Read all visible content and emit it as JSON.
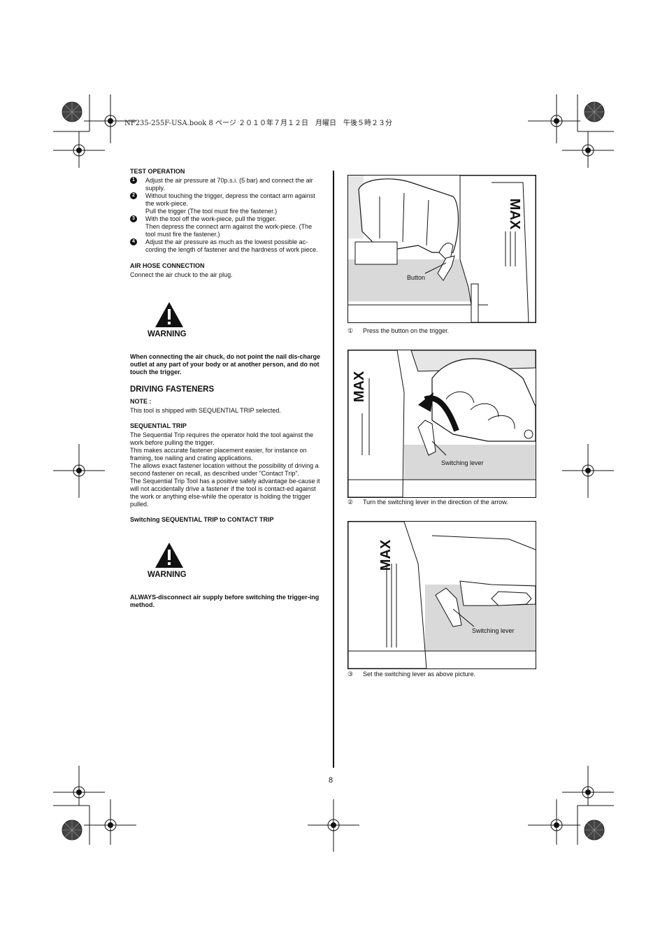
{
  "header": {
    "file_line": "NF235-255F-USA.book  8 ページ  ２０１０年７月１２日　月曜日　午後５時２３分"
  },
  "test_operation": {
    "title": "TEST OPERATION",
    "steps": [
      {
        "num": "1",
        "text": "Adjust the air pressure at 70p.s.i. (5 bar) and connect the air supply."
      },
      {
        "num": "2",
        "text": "Without touching the trigger, depress the contact arm against the work-piece.\nPull the trigger (The tool must fire the fastener.)"
      },
      {
        "num": "3",
        "text": "With the tool off the work-piece, pull the trigger.\nThen depress the connect arm against the work-piece. (The tool must fire the fastener.)"
      },
      {
        "num": "4",
        "text": "Adjust the air pressure as much as the lowest possible ac-cording the length of fastener and the hardness of work piece."
      }
    ]
  },
  "air_hose": {
    "title": "AIR HOSE CONNECTION",
    "text": "Connect the air chuck to the air plug."
  },
  "warning1": {
    "label": "WARNING",
    "text": "When connecting the air chuck, do not point the nail dis-charge outlet at any part of your body or at another person, and do not touch the trigger."
  },
  "driving": {
    "title": "DRIVING FASTENERS",
    "note_title": "NOTE :",
    "note_text": "This tool is shipped with SEQUENTIAL TRIP selected.",
    "seq_title": "SEQUENTIAL TRIP",
    "seq_text": "The Sequential Trip requires the operator hold the tool against the work before pulling the trigger.\nThis makes accurate fastener placement easier, for instance on framing, toe nailing and crating applications.\nThe allows exact fastener location without the possibility of driving a second fastener on recall, as described under \"Contact Trip\".\nThe Sequential Trip Tool has a positive safely advantage be-cause it will not accidentally drive a fastener if the tool is contact-ed against the work or anything else-while the operator is holding the trigger pulled.",
    "switch_title": "Switching SEQUENTIAL TRIP to CONTACT TRIP"
  },
  "warning2": {
    "label": "WARNING",
    "text": "ALWAYS-disconnect air supply before switching the trigger-ing method."
  },
  "figures": [
    {
      "brand": "MAX",
      "label": "Button",
      "caption_num": "①",
      "caption": "Press the button on the trigger."
    },
    {
      "brand": "MAX",
      "label": "Switching lever",
      "caption_num": "②",
      "caption": "Turn the switching lever in the direction of the arrow."
    },
    {
      "brand": "MAX",
      "label": "Switching lever",
      "caption_num": "③",
      "caption": "Set the switching lever as above picture."
    }
  ],
  "page_number": "8"
}
